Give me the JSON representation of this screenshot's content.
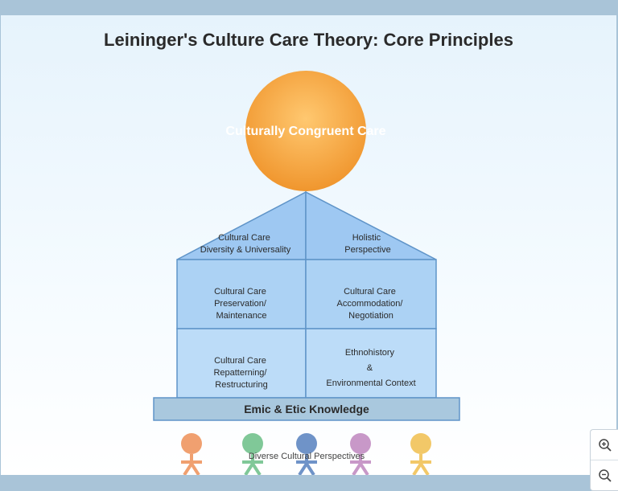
{
  "title": "Leininger's Culture Care Theory: Core Principles",
  "sun": {
    "label": "Culturally Congruent Care"
  },
  "roof": [
    {
      "line1": "Cultural Care",
      "line2": "Diversity & Universality"
    },
    {
      "line1": "Holistic",
      "line2": "Perspective"
    }
  ],
  "middle_row": [
    {
      "line1": "Cultural Care",
      "line2": "Preservation/",
      "line3": "Maintenance"
    },
    {
      "line1": "Cultural Care",
      "line2": "Accommodation/",
      "line3": "Negotiation"
    }
  ],
  "bottom_row": [
    {
      "line1": "Cultural Care",
      "line2": "Repatterning/",
      "line3": "Restructuring"
    },
    {
      "line1": "Ethnohistory",
      "line2": "&",
      "line3": "Environmental Context"
    }
  ],
  "foundation": {
    "label": "Emic & Etic Knowledge"
  },
  "people": {
    "label": "Diverse Cultural Perspectives",
    "colors": [
      "#f0a070",
      "#80c898",
      "#6f93c8",
      "#c898c8",
      "#f2c868"
    ]
  },
  "colors": {
    "sun_light": "#ffc870",
    "sun_dark": "#f0962e",
    "roof_fill": "#9ec8f2",
    "middle_fill": "#acd2f4",
    "bottom_fill": "#bcdcf8",
    "frame_stroke": "#5f94c8",
    "foundation_fill": "#a9c8de",
    "foundation_stroke": "#5f94c8"
  },
  "zoom": {
    "in_icon": "zoom-in-icon",
    "out_icon": "zoom-out-icon"
  }
}
